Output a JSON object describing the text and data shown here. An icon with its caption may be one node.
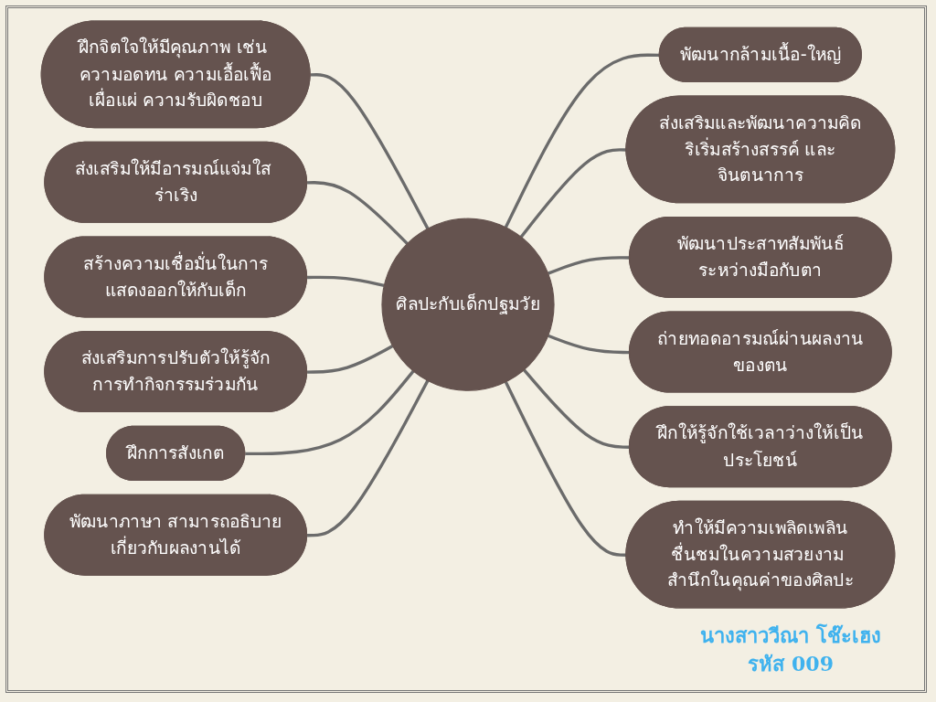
{
  "diagram": {
    "nodes": [
      {
        "text": [
          "ศิลปะกับเด็กปฐมวัย"
        ]
      },
      {
        "text": [
          "ฝึกจิตใจให้มีคุณภาพ เช่น ความอดทน ความเอื้อเฟื้อเผื่อแผ่ ความรับผิดชอบ"
        ]
      },
      {
        "text": [
          "ส่งเสริมให้มีอารมณ์แจ่มใส ร่าเริง"
        ]
      },
      {
        "text": [
          "พัฒนากล้ามเนื้อ-ใหญ่"
        ]
      },
      {
        "text": [
          "ส่งเสริมและพัฒนาความคิดริเริ่มสร้างสรรค์ และจินตนาการ"
        ]
      },
      {
        "text": [
          "สร้างความเชื่อมั่นในการแสดงออกให้กับเด็ก"
        ]
      },
      {
        "text": [
          "พัฒนาประสาทสัมพันธ์ระหว่างมือกับตา"
        ]
      },
      {
        "text": [
          "ส่งเสริมการปรับตัวให้รู้จักการทำกิจกรรมร่วมกัน"
        ]
      },
      {
        "text": [
          "ถ่ายทอดอารมณ์ผ่านผลงานของตน"
        ]
      },
      {
        "text": [
          "ฝึกการสังเกต"
        ]
      },
      {
        "text": [
          "ฝึกให้รู้จักใช้เวลาว่างให้เป็นประโยชน์"
        ]
      },
      {
        "text": [
          "พัฒนาภาษา สามารถอธิบายเกี่ยวกับผลงานได้"
        ]
      },
      {
        "text": [
          "ทำให้มีความเพลิดเพลินชื่นชมในความสวยงาม สำนึกในคุณค่าของศิลปะ"
        ]
      }
    ],
    "edges": [
      {
        "from": 1,
        "to": 0,
        "arrow": "none"
      },
      {
        "from": 2,
        "to": 0,
        "arrow": "none"
      },
      {
        "from": 0,
        "to": 3,
        "arrow": "none"
      },
      {
        "from": 0,
        "to": 4,
        "arrow": "none"
      },
      {
        "from": 5,
        "to": 0,
        "arrow": "none"
      },
      {
        "from": 0,
        "to": 6,
        "arrow": "none"
      },
      {
        "from": 7,
        "to": 0,
        "arrow": "none"
      },
      {
        "from": 0,
        "to": 8,
        "arrow": "none"
      },
      {
        "from": 9,
        "to": 0,
        "arrow": "none"
      },
      {
        "from": 0,
        "to": 10,
        "arrow": "none"
      },
      {
        "from": 11,
        "to": 0,
        "arrow": "none"
      },
      {
        "from": 0,
        "to": 12,
        "arrow": "none"
      }
    ],
    "labels": [
      "นางสาววีณา โช๊ะเฮง",
      "รหัส 009"
    ]
  }
}
